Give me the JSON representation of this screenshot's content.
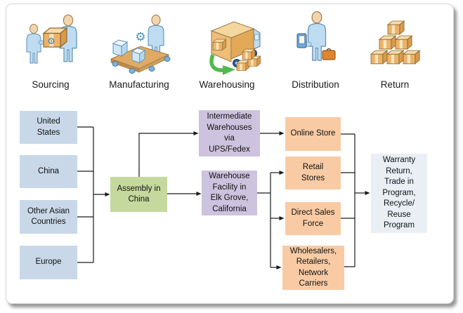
{
  "stages": [
    {
      "label": "Sourcing",
      "icon": "sourcing-icon"
    },
    {
      "label": "Manufacturing",
      "icon": "manufacturing-icon"
    },
    {
      "label": "Warehousing",
      "icon": "warehousing-icon"
    },
    {
      "label": "Distribution",
      "icon": "distribution-icon"
    },
    {
      "label": "Return",
      "icon": "return-icon"
    }
  ],
  "flow": {
    "sources": [
      {
        "label": "United\nStates"
      },
      {
        "label": "China"
      },
      {
        "label": "Other Asian\nCountries"
      },
      {
        "label": "Europe"
      }
    ],
    "assembly": {
      "label": "Assembly in\nChina"
    },
    "warehouses": [
      {
        "label": "Intermediate\nWarehouses\nvia\nUPS/Fedex"
      },
      {
        "label": "Warehouse\nFacility in\nElk Grove,\nCalifornia"
      }
    ],
    "channels": [
      {
        "label": "Online Store"
      },
      {
        "label": "Retail\nStores"
      },
      {
        "label": "Direct Sales\nForce"
      },
      {
        "label": "Wholesalers,\nRetailers,\nNetwork\nCarriers"
      }
    ],
    "returns": {
      "label": "Warranty\nReturn,\nTrade in\nProgram,\nRecycle/\nReuse\nProgram"
    }
  },
  "colors": {
    "source_box": "#c9d8e8",
    "assembly_box": "#c5d99e",
    "warehouse_box": "#cdc3de",
    "channel_box": "#f8cba4",
    "return_box": "#e9eff5",
    "connector": "#1a1a1a"
  }
}
